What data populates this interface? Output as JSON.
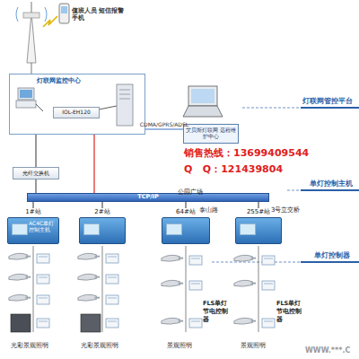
{
  "diagram": {
    "nodes": [
      {
        "text": [
          "值班人员 短信报警手机"
        ]
      },
      {
        "text": [
          "灯联网监控中心"
        ]
      },
      {
        "text": [
          "IOL-EH120"
        ],
        "in": 1
      },
      {
        "text": [
          "艾贝斯灯联网 远程维护中心"
        ]
      },
      {
        "text": [
          "光纤交换机"
        ]
      },
      {
        "text": [
          "TCP/IP"
        ]
      },
      {
        "text": [
          "1#站",
          "AC4C单灯 控制主机"
        ]
      },
      {
        "text": [
          "2#站"
        ]
      },
      {
        "text": [
          "64#站"
        ]
      },
      {
        "text": [
          "255#站"
        ]
      }
    ],
    "edges": [
      {
        "from": 1,
        "to": 3,
        "label": "CDMA/GPRS/ADSL",
        "arrow": "none"
      },
      {
        "from": 1,
        "to": 4,
        "arrow": "none"
      },
      {
        "from": 4,
        "to": 5,
        "arrow": "none"
      },
      {
        "from": 5,
        "to": 6,
        "arrow": "none"
      },
      {
        "from": 5,
        "to": 7,
        "arrow": "none"
      },
      {
        "from": 5,
        "to": 8,
        "arrow": "none"
      },
      {
        "from": 5,
        "to": 9,
        "arrow": "none"
      }
    ],
    "labels": [
      "泰山路",
      "3号立交桥",
      "公园广场",
      "灯联网管控平台",
      "单灯控制主机",
      "单灯控制器",
      "销售热线：13699409544",
      "Q   Q：121439804",
      "FLS单灯 节电控制器",
      "FLS单灯 节电控制器",
      "光彩景观照明",
      "光彩景观照明",
      "景观照明",
      "景观照明",
      "WWW.***.C"
    ]
  }
}
